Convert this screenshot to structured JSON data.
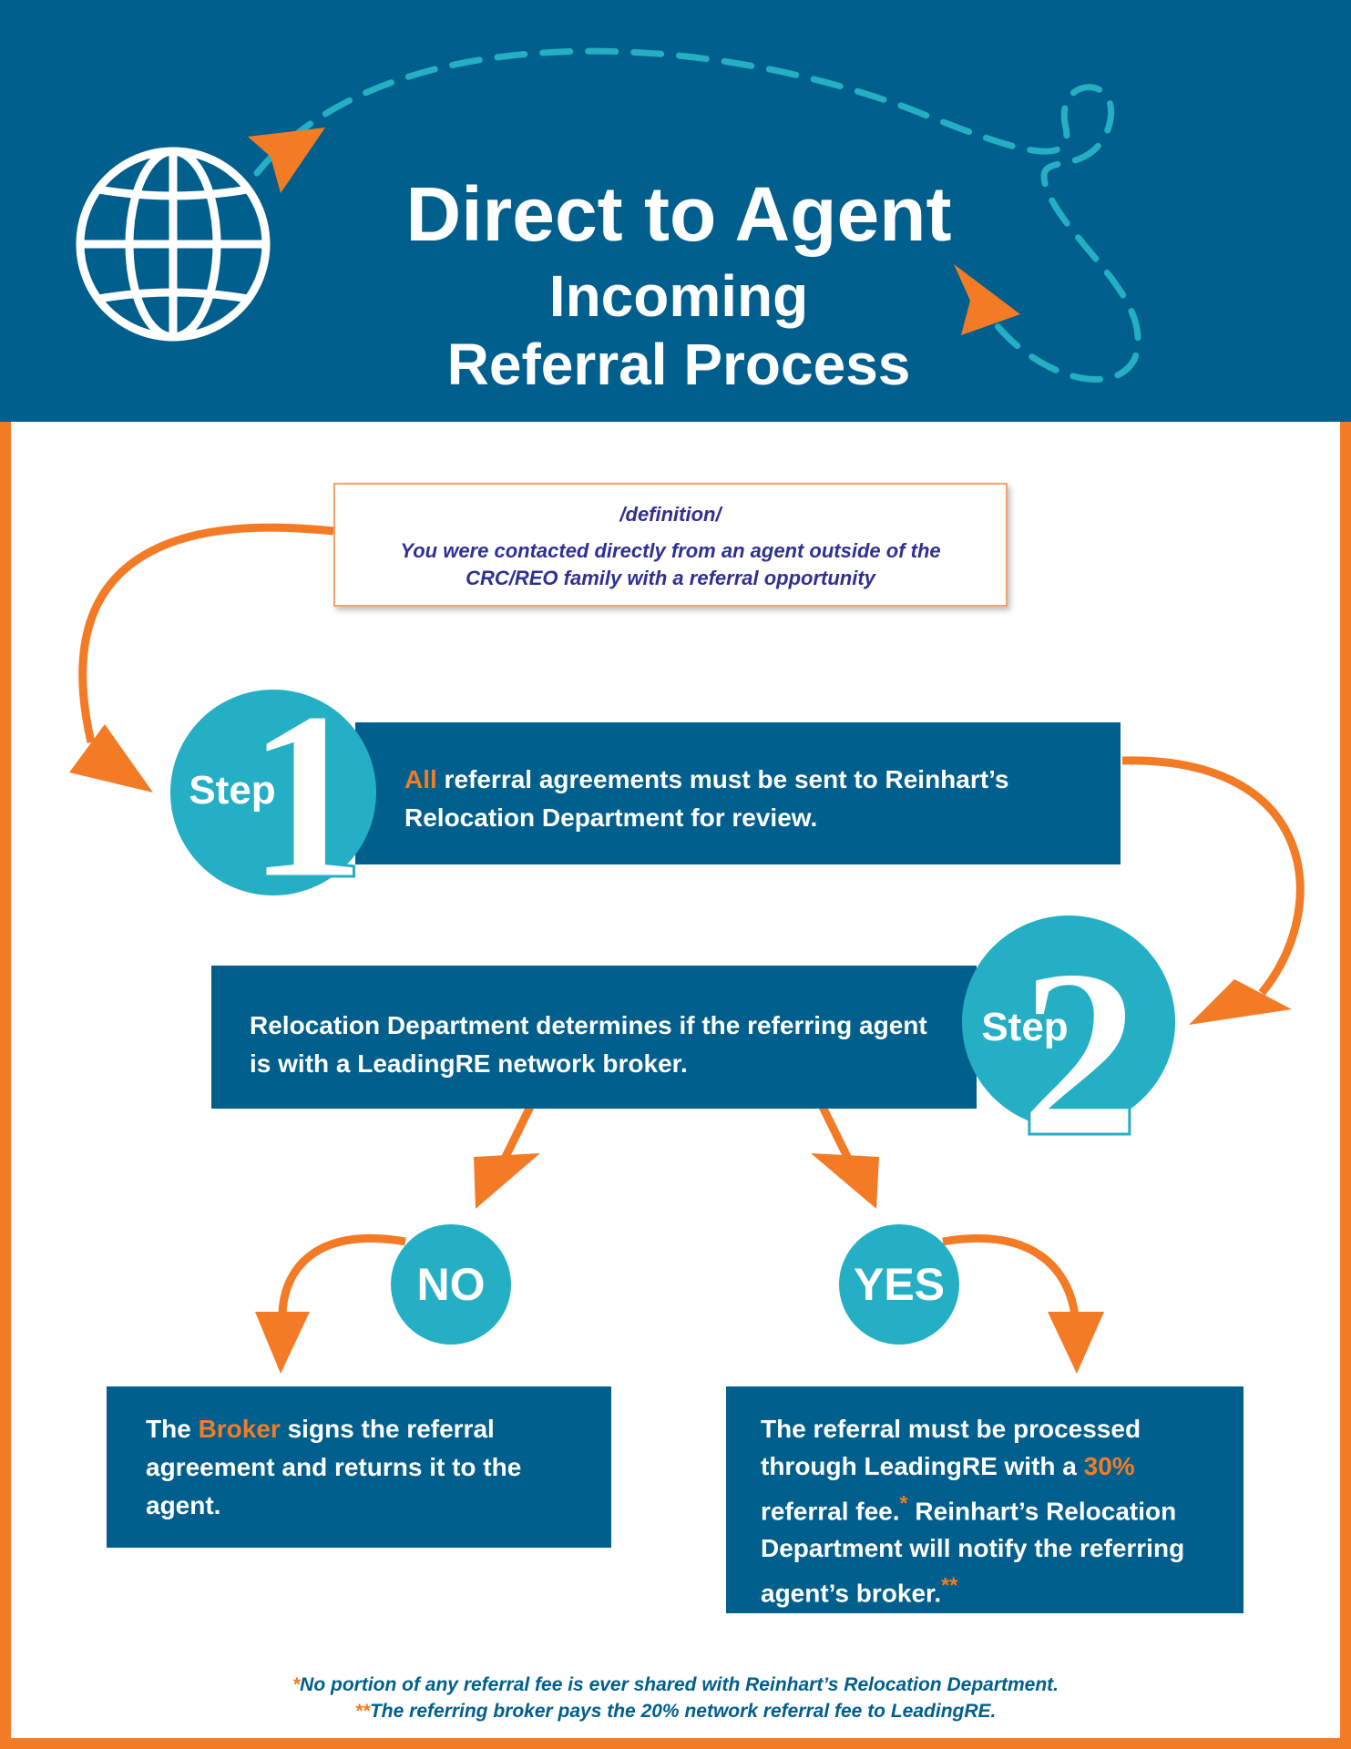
{
  "header": {
    "title_line1": "Direct to Agent",
    "title_line2": "Incoming",
    "title_line3": "Referral Process",
    "icon": "globe-icon"
  },
  "definition": {
    "label": "/definition/",
    "text": "You were contacted directly from an agent outside of the CRC/REO family with a referral opportunity"
  },
  "step1": {
    "word": "Step",
    "number": "1",
    "text_highlight": "All",
    "text_rest": " referral agreements must be sent to Reinhart’s Relocation Department for review."
  },
  "step2": {
    "word": "Step",
    "number": "2",
    "text": "Relocation Department determines if the referring agent is with a LeadingRE network broker."
  },
  "no_branch": {
    "label": "NO",
    "text_before": "The ",
    "text_highlight": "Broker",
    "text_after": " signs the referral agreement and returns it to the agent."
  },
  "yes_branch": {
    "label": "YES",
    "text_before": "The referral must be processed through LeadingRE with a ",
    "text_highlight": "30%",
    "text_middle": " referral fee.",
    "mark1": "*",
    "text_after": " Reinhart’s Relocation Department will notify the referring agent’s broker.",
    "mark2": "**"
  },
  "footnotes": {
    "mark1": "*",
    "note1": "No portion of any referral fee is ever shared with Reinhart’s Relocation Department.",
    "mark2": "**",
    "note2": "The referring broker pays the 20% network referral fee to LeadingRE."
  },
  "colors": {
    "navy": "#005f8c",
    "teal": "#24afc5",
    "orange": "#f47b26",
    "purple_text": "#2e3192"
  }
}
